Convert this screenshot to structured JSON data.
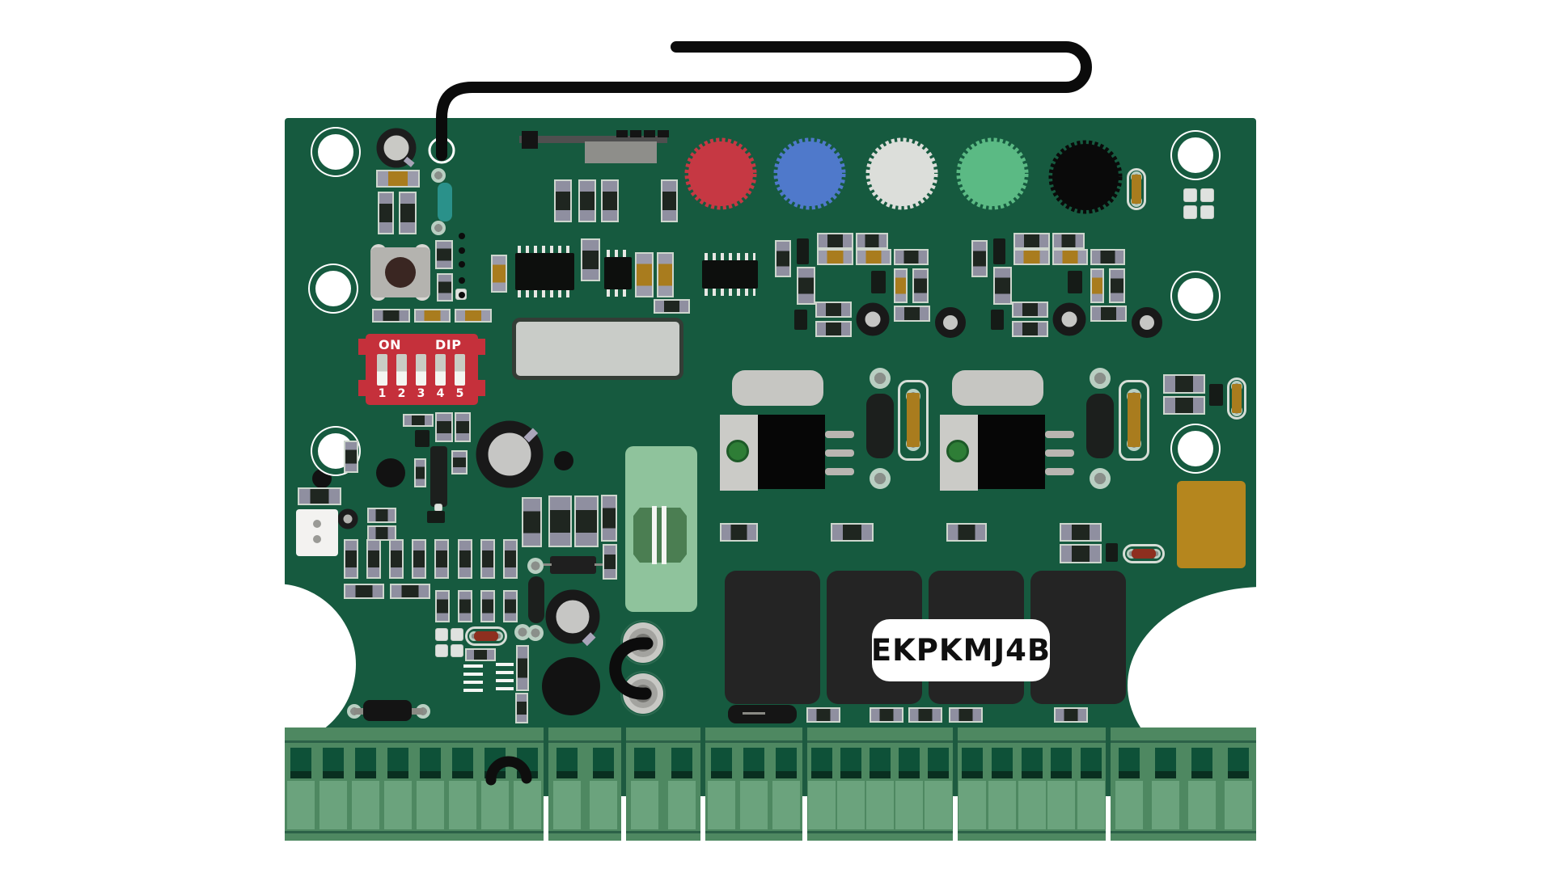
{
  "board": {
    "model_label": "EKPKMJ4B",
    "pcb_color": "#165a3f",
    "silkscreen_color": "#ffffff",
    "terminal_color": "#4e8861",
    "relay_color": "#242424",
    "gold_pad_color": "#b5861e"
  },
  "dip_switch": {
    "on_label": "ON",
    "dip_label": "DIP",
    "positions": [
      "1",
      "2",
      "3",
      "4",
      "5"
    ],
    "switch_states": [
      "down",
      "down",
      "down",
      "down",
      "down"
    ],
    "body_color": "#c5303b"
  },
  "buttons": [
    {
      "name": "red",
      "color": "#c63843"
    },
    {
      "name": "blue",
      "color": "#4f79cb"
    },
    {
      "name": "white",
      "color": "#dcdeda"
    },
    {
      "name": "green",
      "color": "#5bba84"
    },
    {
      "name": "black",
      "color": "#0a0a0a"
    }
  ],
  "relays": {
    "count": 4
  },
  "terminal_blocks": {
    "groups": [
      {
        "slots": 8
      },
      {
        "slots": 2
      },
      {
        "slots": 2
      },
      {
        "slots": 3
      },
      {
        "slots": 5
      },
      {
        "slots": 5
      },
      {
        "slots": 4
      }
    ]
  },
  "wires": {
    "antenna": "black antenna wire",
    "coil_jumper": "black coil jumper",
    "terminal_jumper": "black terminal jumper"
  }
}
